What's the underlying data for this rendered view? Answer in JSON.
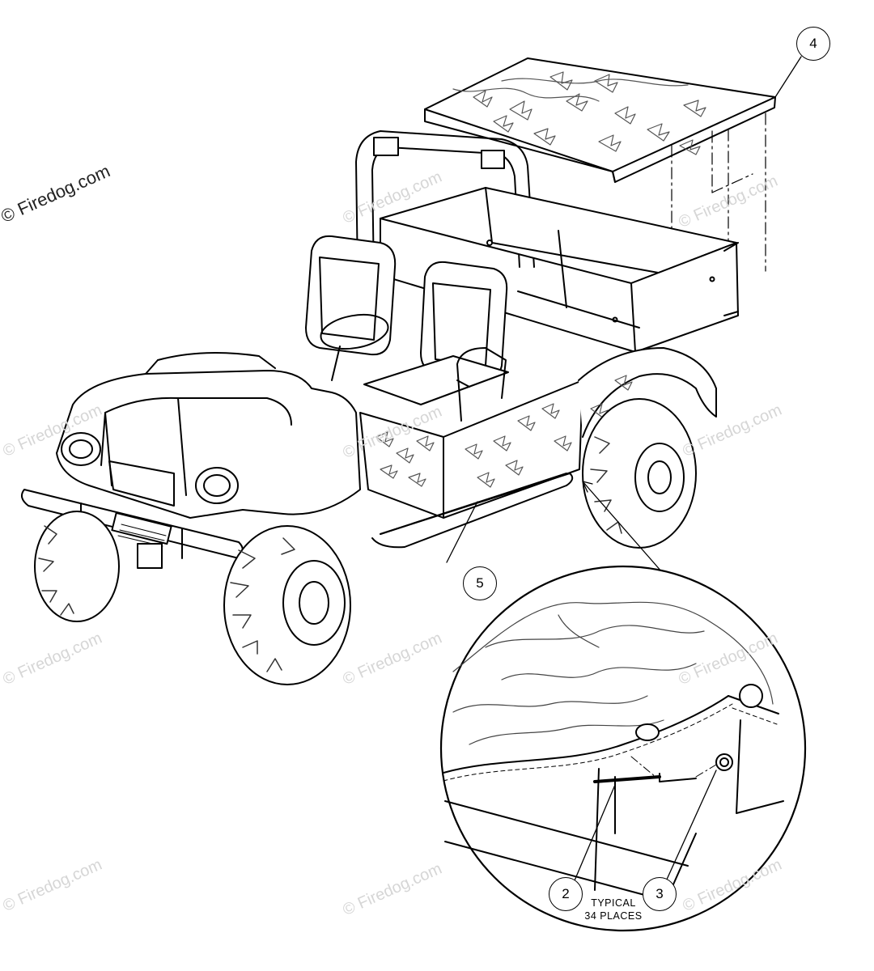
{
  "copyright": "© Firedog.com",
  "watermark_text": "© Firedog.com",
  "callouts": {
    "c2": "2",
    "c3": "3",
    "c4": "4",
    "c5": "5"
  },
  "note": {
    "line1": "TYPICAL",
    "line2": "34 PLACES"
  },
  "colors": {
    "line": "#000000",
    "pattern": "#444444",
    "watermark": "#d6d6d6"
  }
}
